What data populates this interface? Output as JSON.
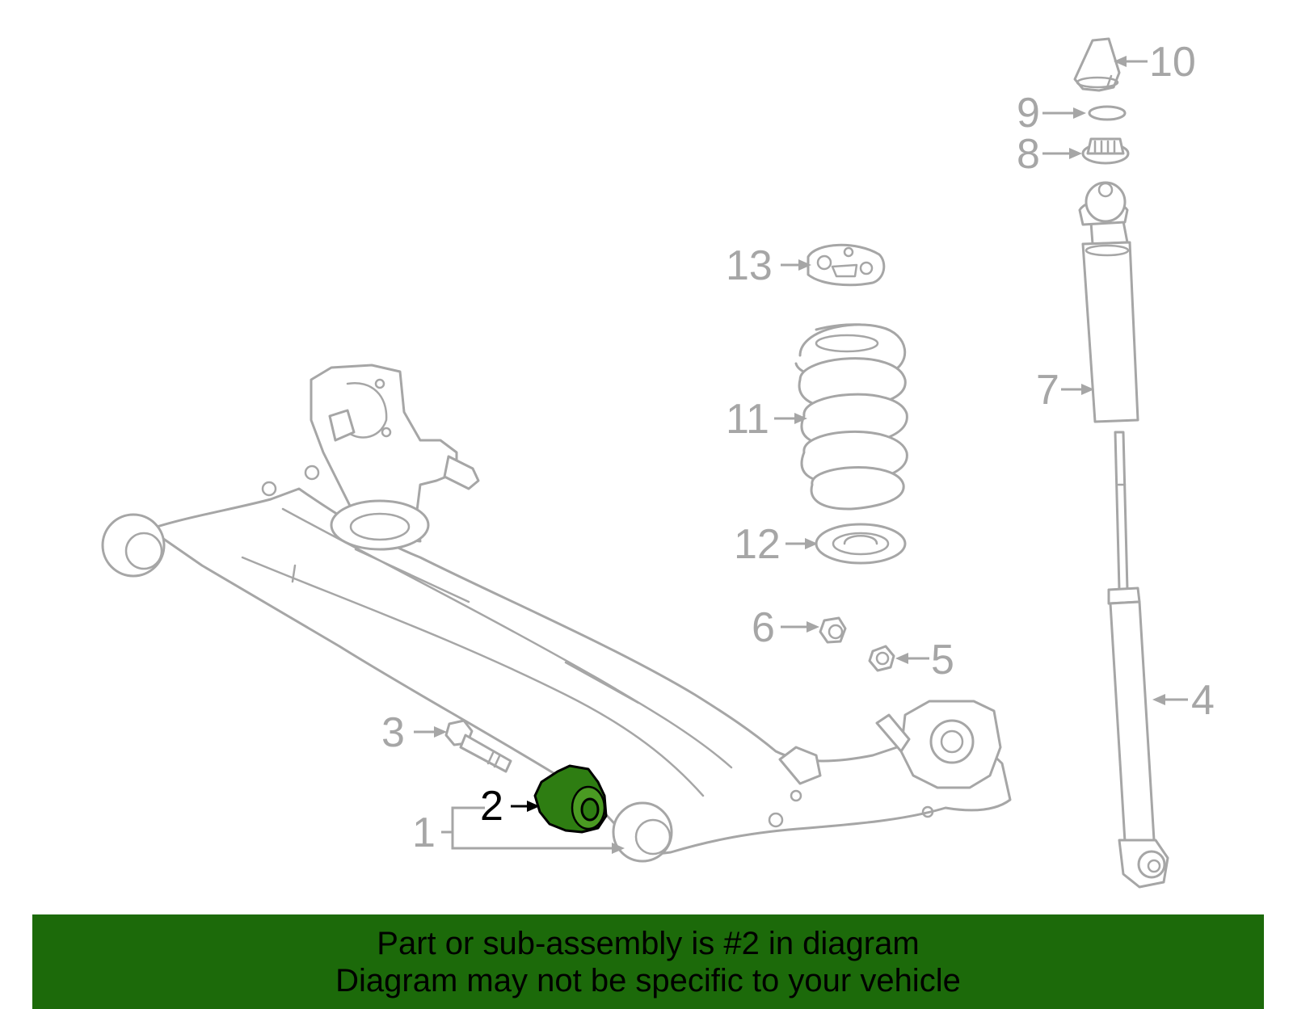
{
  "callouts": {
    "c1": "1",
    "c2": "2",
    "c3": "3",
    "c4": "4",
    "c5": "5",
    "c6": "6",
    "c7": "7",
    "c8": "8",
    "c9": "9",
    "c10": "10",
    "c11": "11",
    "c12": "12",
    "c13": "13"
  },
  "highlighted_part": "2",
  "colors": {
    "highlight": "#2e7d12",
    "banner": "#1c6a0a",
    "line_art": "#a6a6a6"
  },
  "banner": {
    "line1": "Part or sub-assembly is #2 in diagram",
    "line2": "Diagram may not be specific to your vehicle"
  }
}
